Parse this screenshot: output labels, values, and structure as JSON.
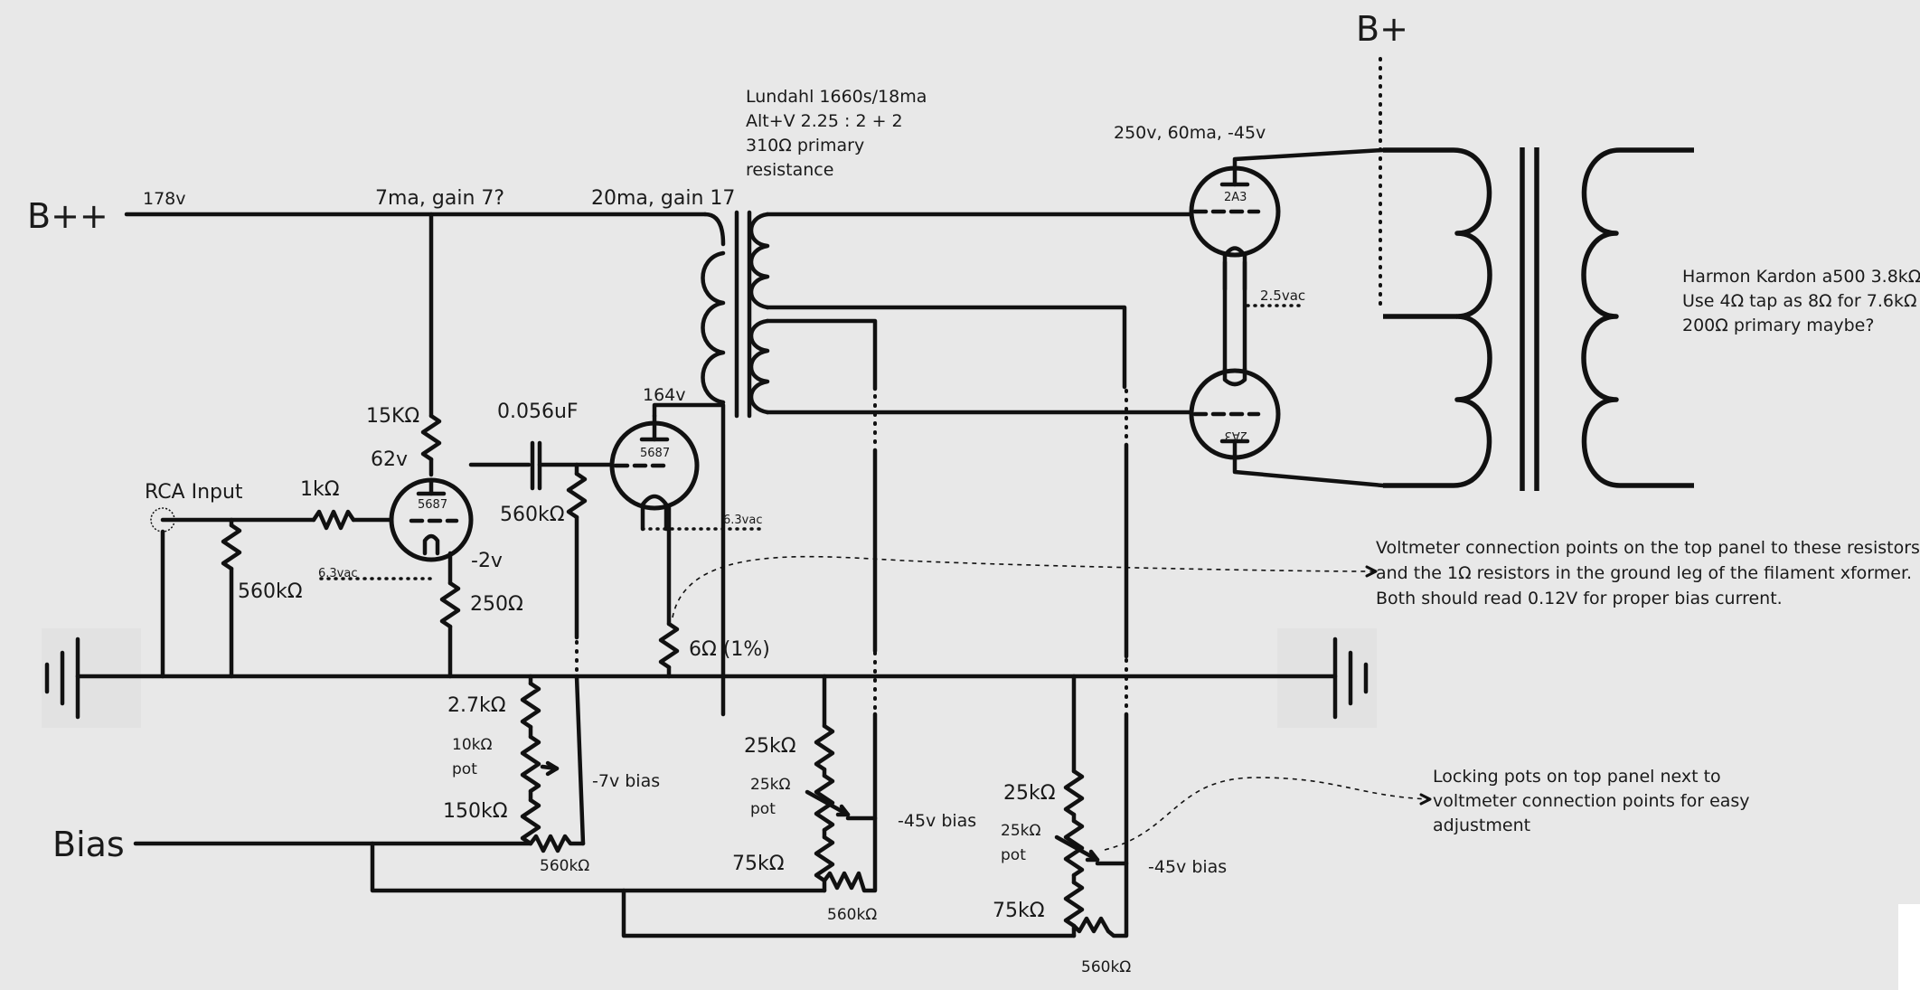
{
  "rails": {
    "bpp": "B++",
    "bp": "B+",
    "bias": "Bias"
  },
  "labels": {
    "v178": "178v",
    "ma7": "7ma, gain 7?",
    "ma20": "20ma, gain 17",
    "lundahl_1": "Lundahl 1660s/18ma",
    "lundahl_2": "Alt+V 2.25 : 2 + 2",
    "lundahl_3": "310Ω primary",
    "lundahl_4": "resistance",
    "op_point": "250v, 60ma, -45v",
    "harmon_1": "Harmon Kardon a500 3.8kΩ",
    "harmon_2": "Use 4Ω tap as 8Ω for 7.6kΩ",
    "harmon_3": "200Ω primary maybe?",
    "fil_25": "2.5vac",
    "v164": "164v",
    "r15k": "15KΩ",
    "v62": "62v",
    "cap": "0.056uF",
    "rca": "RCA Input",
    "r1k": "1kΩ",
    "r560_in": "560kΩ",
    "r560_grid": "560kΩ",
    "fil_63a": "6.3vac",
    "fil_63b": "6.3vac",
    "vm2": "-2v",
    "r250": "250Ω",
    "r6": "6Ω (1%)",
    "volt_1": "Voltmeter connection points on the top panel to these resistors",
    "volt_2": "and the 1Ω resistors in the ground leg of the filament xformer.",
    "volt_3": "Both should read 0.12V for proper bias current.",
    "lock_1": "Locking pots on top panel next to",
    "lock_2": "voltmeter connection points for easy",
    "lock_3": "adjustment",
    "b1_top": "2.7kΩ",
    "b1_pot_1": "10kΩ",
    "b1_pot_2": "pot",
    "b1_bot": "150kΩ",
    "b1_out": "-7v bias",
    "b1_iso": "560kΩ",
    "b2_top": "25kΩ",
    "b2_pot_1": "25kΩ",
    "b2_pot_2": "pot",
    "b2_bot": "75kΩ",
    "b2_out": "-45v bias",
    "b2_iso": "560kΩ",
    "b3_top": "25kΩ",
    "b3_pot_1": "25kΩ",
    "b3_pot_2": "pot",
    "b3_bot": "75kΩ",
    "b3_out": "-45v bias",
    "b3_iso": "560kΩ"
  },
  "tubes": {
    "v1": "5687",
    "v2": "5687",
    "v3": "2A3",
    "v4": "2A3"
  }
}
